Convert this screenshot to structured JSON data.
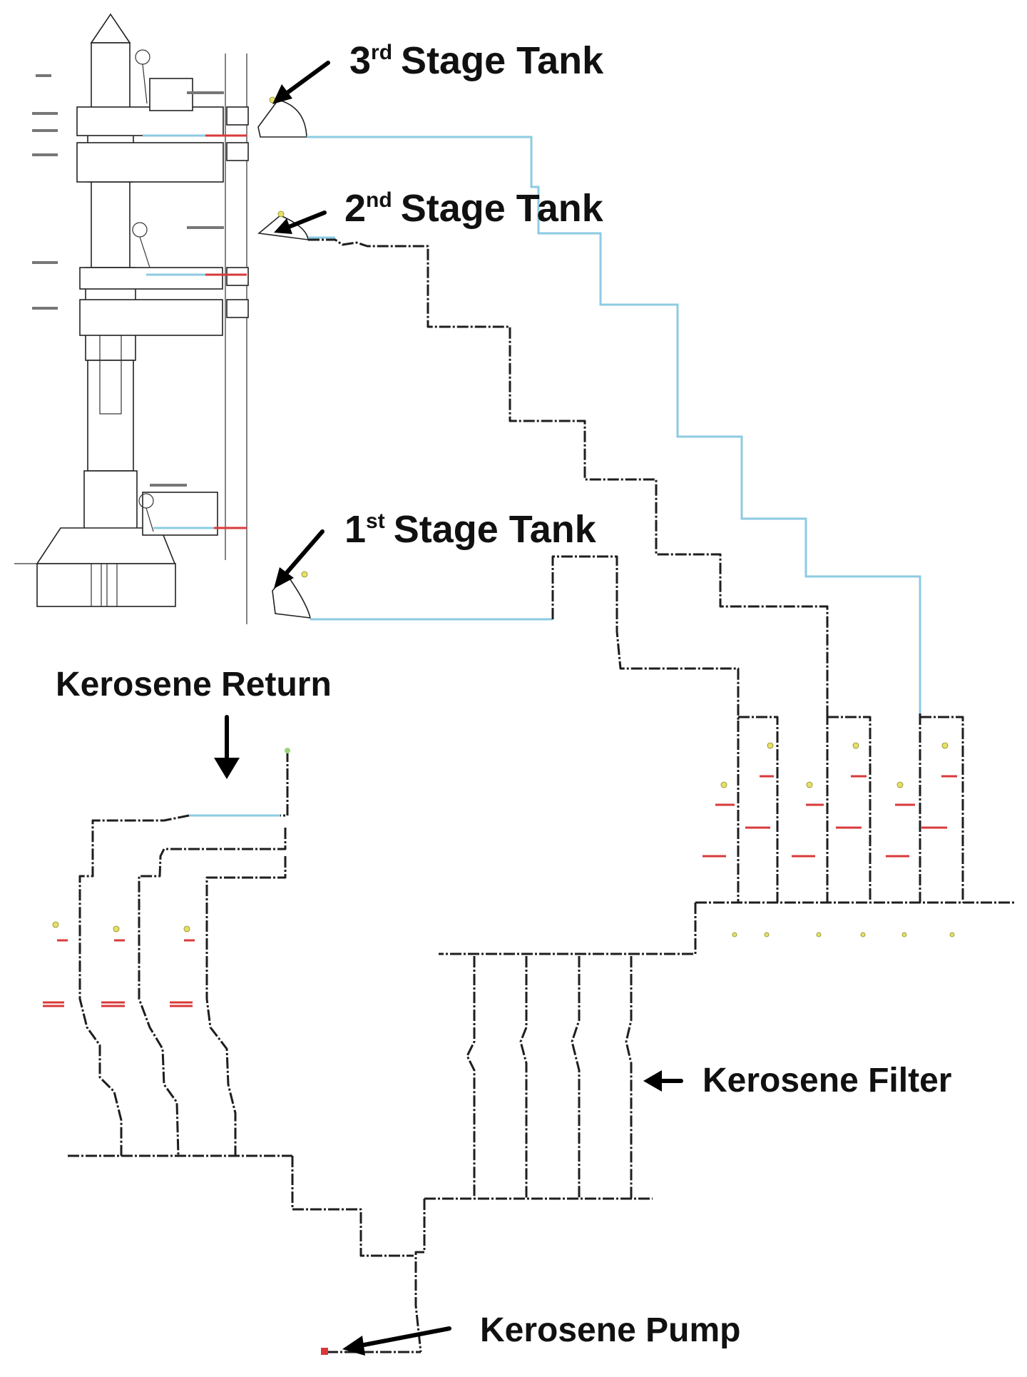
{
  "labels": {
    "third_stage": {
      "num": "3",
      "sup": "rd",
      "text": "Stage Tank"
    },
    "second_stage": {
      "num": "2",
      "sup": "nd",
      "text": "Stage Tank"
    },
    "first_stage": {
      "num": "1",
      "sup": "st",
      "text": "Stage Tank"
    },
    "kerosene_return": "Kerosene Return",
    "kerosene_filter": "Kerosene Filter",
    "kerosene_pump": "Kerosene Pump"
  },
  "colors": {
    "pipe_dark": "#1e1e1e",
    "pipe_light": "#8ccbe2",
    "valve_red": "#d83a3a",
    "node_yellow": "#e6e06a",
    "node_green": "#9bd47a"
  }
}
